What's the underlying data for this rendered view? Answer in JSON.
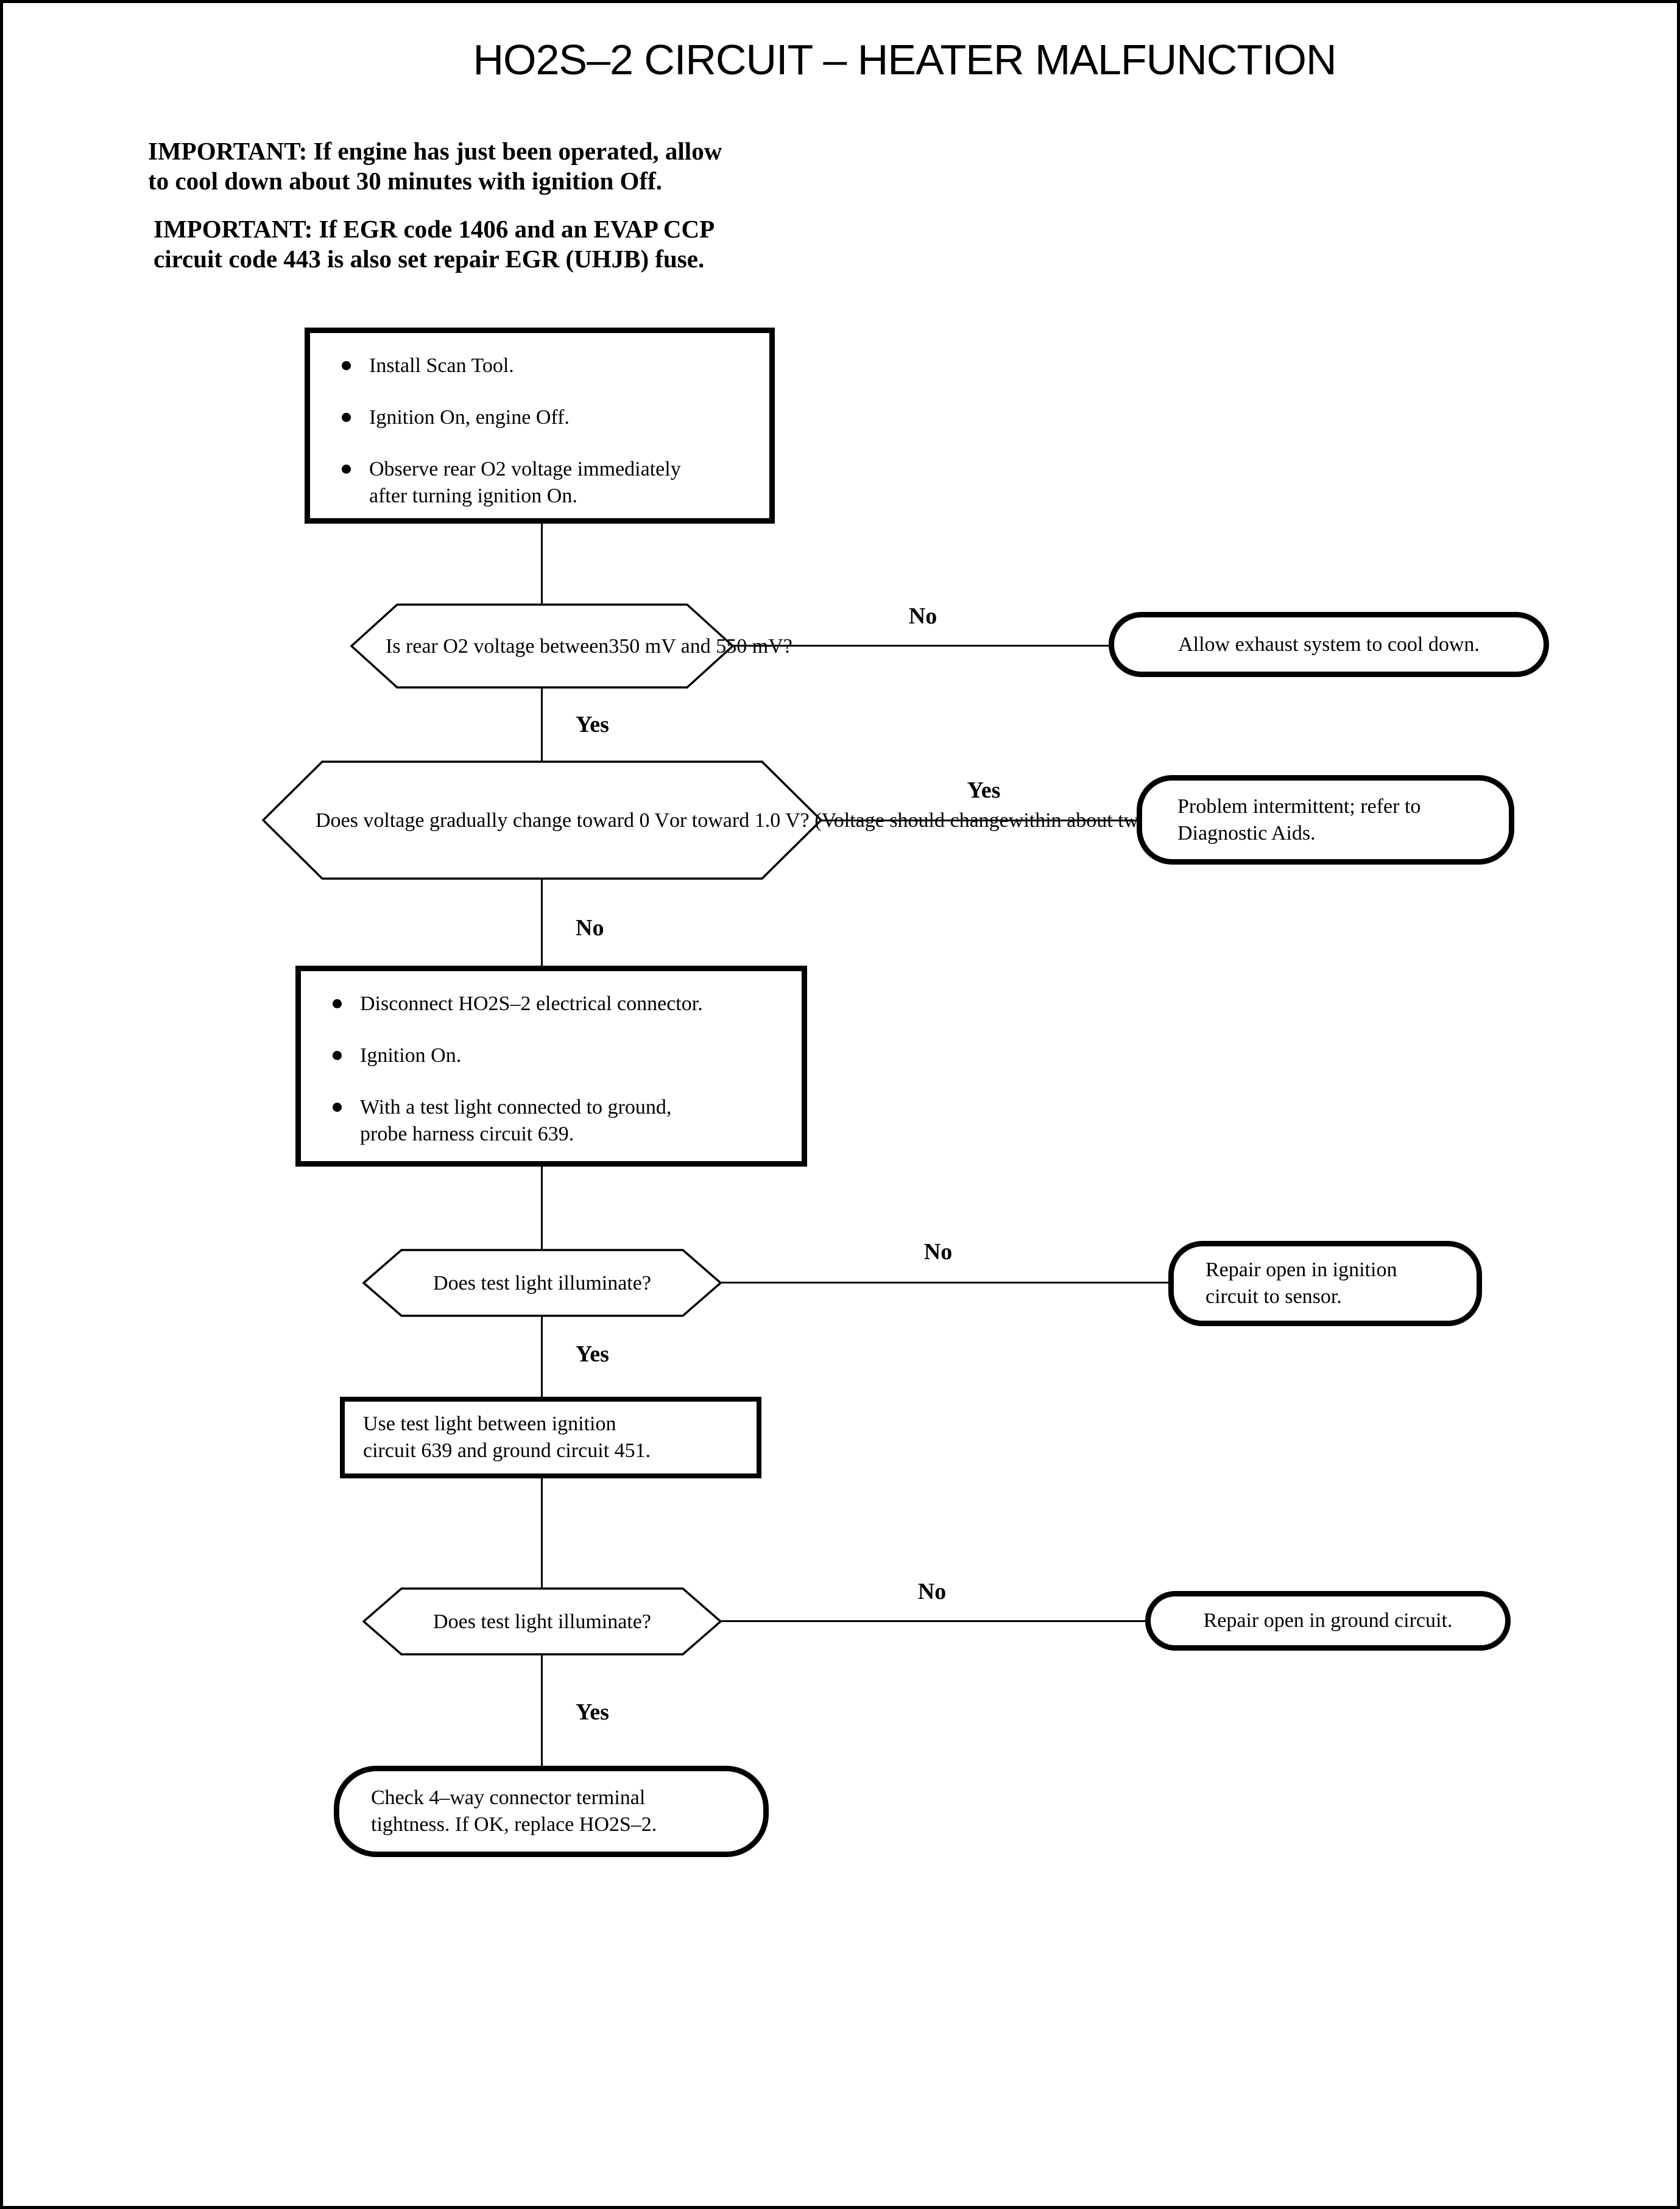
{
  "title": "HO2S–2 CIRCUIT – HEATER MALFUNCTION",
  "notes": [
    {
      "lines": [
        "IMPORTANT:  If engine has just been operated, allow",
        "to cool down about 30 minutes with ignition Off."
      ]
    },
    {
      "lines": [
        "IMPORTANT:  If EGR code 1406 and an EVAP CCP",
        "circuit code 443 is also set repair EGR (UHJB) fuse."
      ]
    }
  ],
  "labels": {
    "yes": "Yes",
    "no": "No"
  },
  "nodes": {
    "step1": {
      "type": "process",
      "bullets": [
        {
          "lines": [
            "Install Scan Tool."
          ]
        },
        {
          "lines": [
            "Ignition On, engine Off."
          ]
        },
        {
          "lines": [
            "Observe rear O2 voltage immediately",
            "after turning ignition On."
          ]
        }
      ]
    },
    "q_rear_o2": {
      "type": "decision",
      "lines": [
        "Is rear O2 voltage between",
        "350 mV and 550 mV?"
      ]
    },
    "allow_cool": {
      "type": "terminal",
      "lines": [
        "Allow exhaust system to cool down."
      ]
    },
    "q_voltage_change": {
      "type": "decision",
      "lines": [
        "Does voltage gradually change toward 0 V",
        "or toward 1.0 V? (Voltage should change",
        "within about two minutes after key On)"
      ]
    },
    "intermittent": {
      "type": "terminal",
      "lines": [
        "Problem intermittent; refer to",
        "Diagnostic Aids."
      ]
    },
    "step2": {
      "type": "process",
      "bullets": [
        {
          "lines": [
            "Disconnect HO2S–2 electrical connector."
          ]
        },
        {
          "lines": [
            "Ignition On."
          ]
        },
        {
          "lines": [
            "With a test light connected to ground,",
            "probe harness circuit 639."
          ]
        }
      ]
    },
    "q_test_light_1": {
      "type": "decision",
      "lines": [
        "Does test light illuminate?"
      ]
    },
    "repair_ignition": {
      "type": "terminal",
      "lines": [
        "Repair open in ignition",
        "circuit to sensor."
      ]
    },
    "step3": {
      "type": "process",
      "lines": [
        "Use test light between ignition",
        "circuit 639 and ground circuit 451."
      ]
    },
    "q_test_light_2": {
      "type": "decision",
      "lines": [
        "Does test light illuminate?"
      ]
    },
    "repair_ground": {
      "type": "terminal",
      "lines": [
        "Repair open in ground circuit."
      ]
    },
    "final_check": {
      "type": "terminal",
      "lines": [
        "Check 4–way connector terminal",
        "tightness. If OK, replace HO2S–2."
      ]
    }
  }
}
